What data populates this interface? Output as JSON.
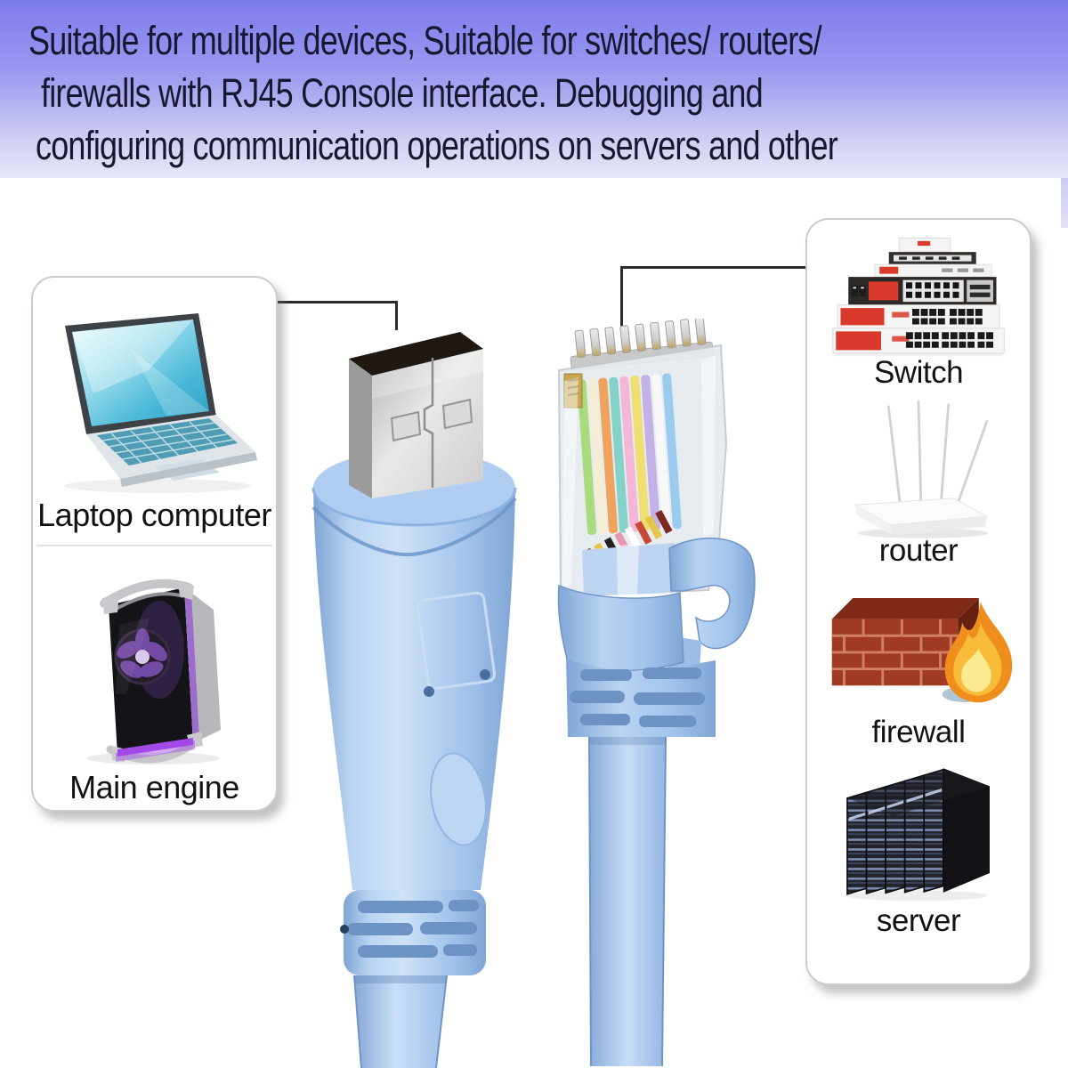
{
  "header": {
    "lines": [
      "Suitable for multiple devices, Suitable for switches/ routers/",
      "firewalls with RJ45 Console interface. Debugging and",
      "configuring communication operations on servers and other"
    ]
  },
  "left_panel": {
    "items": [
      {
        "icon": "laptop-image",
        "label": "Laptop computer"
      },
      {
        "icon": "desktop-tower-image",
        "label": "Main engine"
      }
    ]
  },
  "right_panel": {
    "items": [
      {
        "icon": "network-switch-image",
        "label": "Switch"
      },
      {
        "icon": "wifi-router-image",
        "label": "router"
      },
      {
        "icon": "firewall-image",
        "label": "firewall"
      },
      {
        "icon": "server-rack-image",
        "label": "server"
      }
    ]
  },
  "connectors": {
    "usb_icon": "usb-a-plug-image",
    "rj45_icon": "rj45-plug-image"
  },
  "colors": {
    "banner_top": "#7c7bec",
    "banner_bottom": "#e7e7f9",
    "banner_text": "#17172f",
    "cable_blue": "#a6c6ec",
    "callout_line": "#2b2b2b",
    "switch_red": "#d93a2b",
    "brick_red": "#a13a22",
    "flame_orange": "#ef8d1d"
  }
}
